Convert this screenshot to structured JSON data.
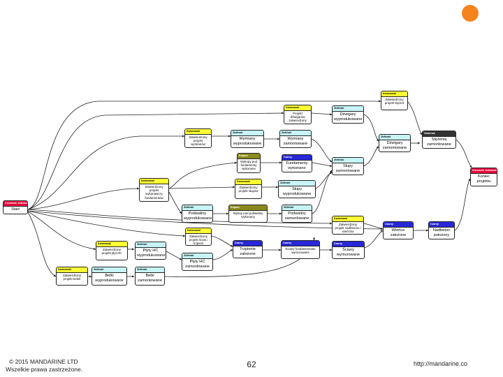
{
  "colors": {
    "karmowski": "#ffff33",
    "zielinski": "#c7f5f7",
    "kopacz": "#8a8a1e",
    "czarny": "#2828d8",
    "zdzarnak": "#333333",
    "kierownik": "#e8003a",
    "accent_dot": "#f5841f"
  },
  "nodes": {
    "start": {
      "header": "Kierownik Jedlowski",
      "label": "Start"
    },
    "projekt_belek": {
      "header": "Karmowski",
      "label": "Zatwierdzony projekt belek"
    },
    "belki_wyprodukowane": {
      "header": "Zieliński",
      "label": "Belki wyprodukowane"
    },
    "belki_zamontowane": {
      "header": "Zieliński",
      "label": "Belki zamontowane"
    },
    "projekt_plyt_hc": {
      "header": "Karmowski",
      "label": "Zatwierdzony projekt płyt HC"
    },
    "plyty_hc_wyprodukowane": {
      "header": "Zieliński",
      "label": "Płyty HC wyprodukowane"
    },
    "plyty_hc_zamontowane": {
      "header": "Zieliński",
      "label": "Płyty HC zamontowane"
    },
    "projekt_scian": {
      "header": "Karmowski",
      "label": "Zatwierdzony projekt ścian i trzpieni"
    },
    "trzpienie_zalozone": {
      "header": "Czarny",
      "label": "Trzpienie założone"
    },
    "sciany_fundamentowe": {
      "header": "Czarny",
      "label": "Ściany fundamentowe wymurowane"
    },
    "sciany_wymurowane": {
      "header": "Czarny",
      "label": "Ściany wymurowane"
    },
    "projekt_nadbetonu": {
      "header": "Karmowski",
      "label": "Zatwierdzony projekt nadbetonu i wieńców"
    },
    "wience_zalozone": {
      "header": "Czarny",
      "label": "Wieńce założone"
    },
    "nadbeton_polozony": {
      "header": "Czarny",
      "label": "Nadbeton położony"
    },
    "projekt_fundamentow": {
      "header": "Karmowski",
      "label": "Zatwierdzony projekt wykonawczy fundamentów"
    },
    "podwaliny_wyprodukowane": {
      "header": "Zieliński",
      "label": "Podwaliny wyprodukowane"
    },
    "wykop_podwaliny": {
      "header": "Kopacz",
      "label": "Wykop pod podwaliny wykonany"
    },
    "podwaliny_zamontowane": {
      "header": "Zieliński",
      "label": "Podwaliny zamontowane"
    },
    "projekt_slupow": {
      "header": "Karmowski",
      "label": "Zatwierdzony projekt słupów"
    },
    "slupy_wyprodukowane": {
      "header": "Zieliński",
      "label": "Słupy wyprodukowane"
    },
    "wykopy_fundamenty": {
      "header": "Kopacz",
      "label": "Wykopy pod fundamenty wykonane"
    },
    "fundamenty_wykonane": {
      "header": "Czarny",
      "label": "Fundamenty wykonane"
    },
    "slupy_zamontowane": {
      "header": "Zieliński",
      "label": "Słupy zamontowane"
    },
    "projekt_wymianow": {
      "header": "Karmowski",
      "label": "Zatwierdzony projekt wymianów"
    },
    "wymiany_wyprodukowane": {
      "header": "Zieliński",
      "label": "Wymiany wyprodukowane"
    },
    "wymiany_zamontowane": {
      "header": "Zieliński",
      "label": "Wymiany zamontowane"
    },
    "projekt_dzwigarow": {
      "header": "Karmowski",
      "label": "Projekt dźwigarów zatwierdzony"
    },
    "dzwigary_wyprodukowane": {
      "header": "Zieliński",
      "label": "Dźwigary wyprodukowane"
    },
    "dzwigary_zamontowane": {
      "header": "Zieliński",
      "label": "Dźwigary zamontowane"
    },
    "projekt_stezen": {
      "header": "Karmowski",
      "label": "Zatwierdzony projekt stężeń"
    },
    "stezenia_zamontowane": {
      "header": "Zdzarnak",
      "label": "Stężenia zamontowane"
    },
    "koniec_projektu": {
      "header": "Kierownik Jedlowski",
      "label": "Koniec projektu"
    }
  },
  "footer": {
    "copyright": "© 2015 MANDARINE LTD",
    "rights": "Wszelkie prawa zastrzeżone.",
    "page_number": "62",
    "url": "http://mandarine.co"
  }
}
